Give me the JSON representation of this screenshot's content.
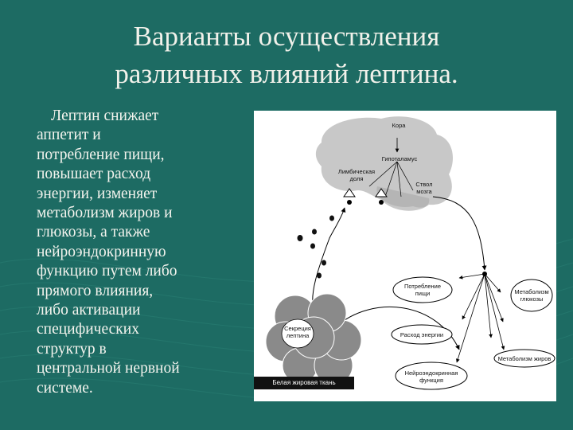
{
  "slide": {
    "title_line1": "Варианты осуществления",
    "title_line2": "различных влияний лептина.",
    "body_lines": [
      "Лептин снижает",
      "аппетит и",
      "потребление пищи,",
      "повышает расход",
      "энергии, изменяет",
      "метаболизм жиров и",
      "глюкозы, а также",
      "нейроэндокринную",
      "функцию путем либо",
      "прямого влияния,",
      "либо активации",
      "специфических",
      "структур в",
      "центральной нервной",
      "системе."
    ]
  },
  "diagram": {
    "brain": {
      "cortex": "Кора",
      "hypothalamus": "Гипоталамус",
      "limbic": [
        "Лимбическая",
        "доля"
      ],
      "brainstem": [
        "Ствол",
        "мозга"
      ]
    },
    "fat": {
      "secretion": [
        "Секреция",
        "лептина"
      ],
      "tissue": "Белая жировая ткань"
    },
    "effects": {
      "food": [
        "Потребление",
        "пищи"
      ],
      "energy": "Расход энергии",
      "glucose": [
        "Метаболизм",
        "глюкозы"
      ],
      "fat_metabolism": "Метаболизм жиров",
      "neuroendocrine": [
        "Нейроэндокринная",
        "функция"
      ]
    }
  },
  "colors": {
    "background": "#1d6b63",
    "text": "#f4f4ee",
    "brain": "#c8c8c8",
    "fat_cells": "#8a8a8a"
  }
}
